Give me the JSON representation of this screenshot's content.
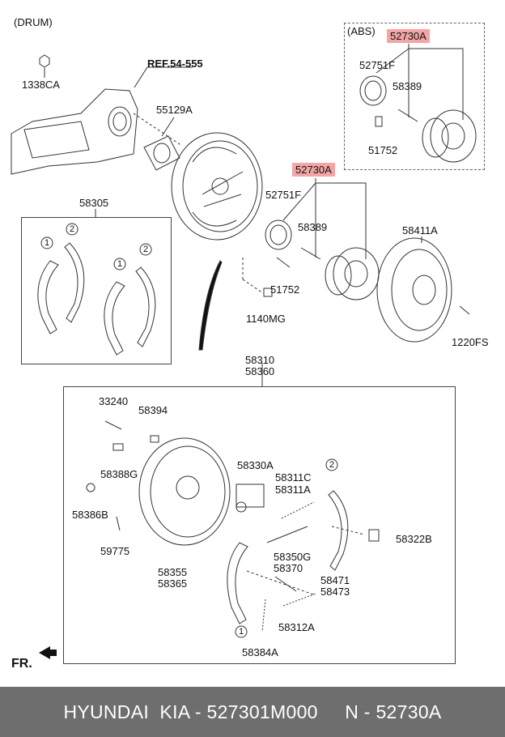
{
  "labels": {
    "drum": "(DRUM)",
    "abs": "(ABS)",
    "p1338ca": "1338CA",
    "ref": "REF.54-555",
    "p55129a": "55129A",
    "p58305": "58305",
    "abs_52730a": "52730A",
    "abs_52751f": "52751F",
    "abs_58389": "58389",
    "abs_51752": "51752",
    "main_52730a": "52730A",
    "main_52751f": "52751F",
    "main_58389": "58389",
    "p58411a": "58411A",
    "main_51752": "51752",
    "p1140mg": "1140MG",
    "p1220fs": "1220FS",
    "p58310": "58310",
    "p58360": "58360",
    "p33240": "33240",
    "p58394": "58394",
    "p58388g": "58388G",
    "p58386b": "58386B",
    "p59775": "59775",
    "p58330a": "58330A",
    "p58311c": "58311C",
    "p58311a": "58311A",
    "p58322b": "58322B",
    "p58350g": "58350G",
    "p58370": "58370",
    "p58355": "58355",
    "p58365": "58365",
    "p58471": "58471",
    "p58473": "58473",
    "p58312a": "58312A",
    "p58384a": "58384A",
    "fr": "FR."
  },
  "callouts": {
    "one": "1",
    "two": "2"
  },
  "footer": {
    "text": "HYUNDAI  KIA - 527301M000     N - 52730A"
  },
  "colors": {
    "highlight": "#f4a6a6",
    "footer_bg": "#6e6e6e",
    "footer_text": "#ffffff"
  }
}
